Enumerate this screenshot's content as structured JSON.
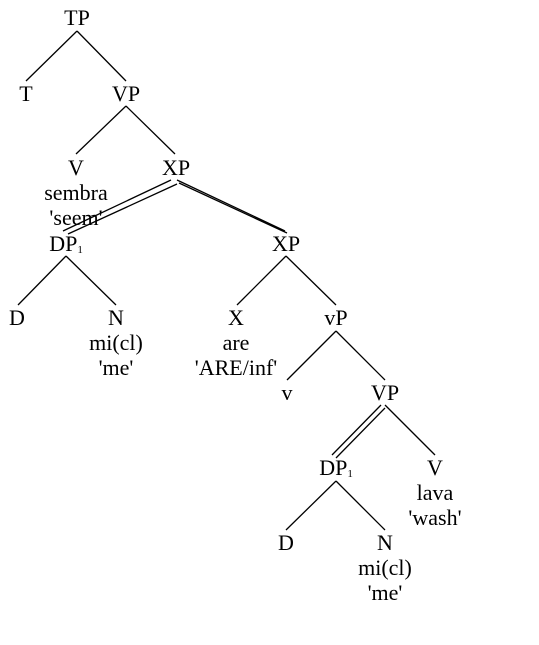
{
  "nodes": {
    "tp": "TP",
    "t": "T",
    "vp1": "VP",
    "v1": "V",
    "v1_word": "sembra",
    "v1_gloss": "'seem'",
    "xp1": "XP",
    "dp1": "DP",
    "dp1_index": "1",
    "d1": "D",
    "n1": "N",
    "n1_word": "mi(cl)",
    "n1_gloss": "'me'",
    "xp2": "XP",
    "x": "X",
    "x_word": "are",
    "x_gloss": "'ARE/inf'",
    "vsmall_p": "vP",
    "vsmall": "v",
    "vp2": "VP",
    "dp2": "DP",
    "dp2_index": "1",
    "v2": "V",
    "v2_word": "lava",
    "v2_gloss": "'wash'",
    "d2": "D",
    "n2": "N",
    "n2_word": "mi(cl)",
    "n2_gloss": "'me'"
  }
}
